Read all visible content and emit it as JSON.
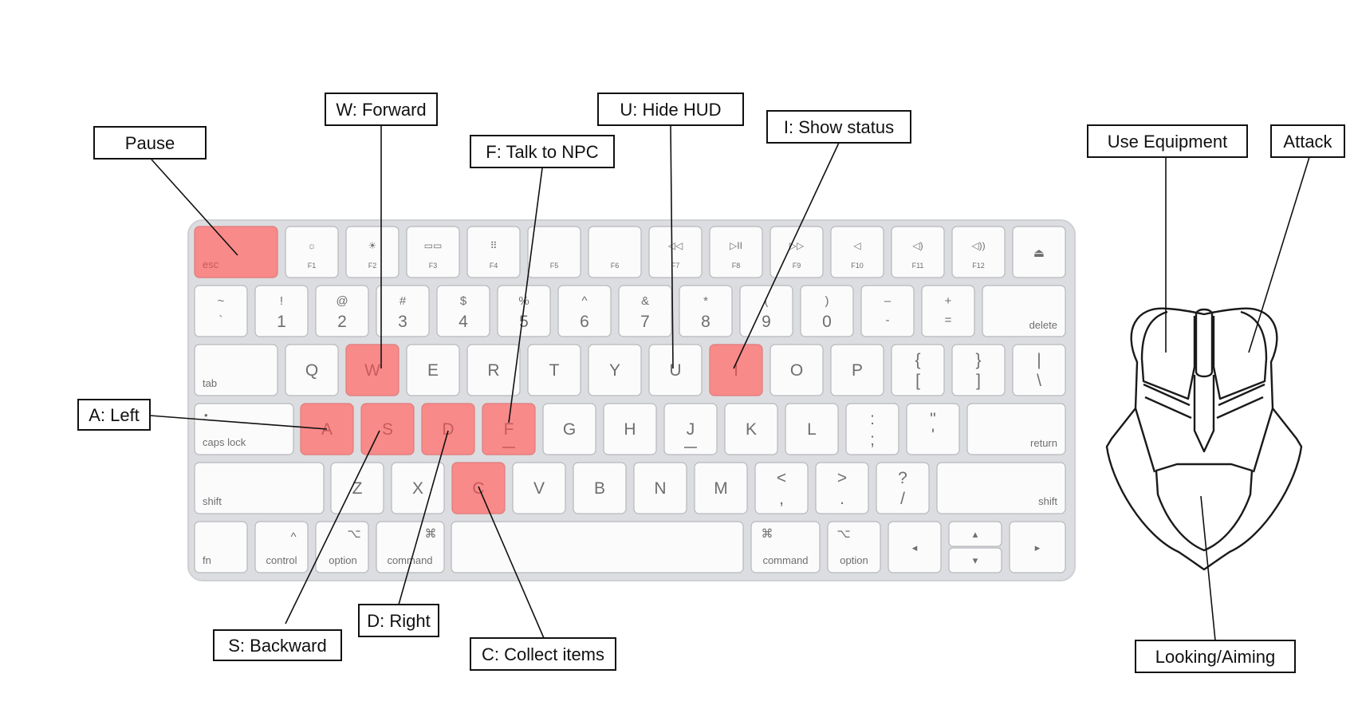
{
  "labels": {
    "pause": "Pause",
    "forward": "W: Forward",
    "talk": "F: Talk to NPC",
    "hide_hud": "U: Hide HUD",
    "status": "I: Show status",
    "use_equipment": "Use Equipment",
    "attack": "Attack",
    "left": "A: Left",
    "backward": "S: Backward",
    "right": "D: Right",
    "collect": "C: Collect items",
    "aiming": "Looking/Aiming"
  },
  "keys": {
    "esc": "esc",
    "f1": "F1",
    "f2": "F2",
    "f3": "F3",
    "f4": "F4",
    "f5": "F5",
    "f6": "F6",
    "f7": "F7",
    "f8": "F8",
    "f9": "F9",
    "f10": "F10",
    "f11": "F11",
    "f12": "F12",
    "tilde": "~",
    "backtick": "`",
    "n1_top": "!",
    "n1": "1",
    "n2_top": "@",
    "n2": "2",
    "n3_top": "#",
    "n3": "3",
    "n4_top": "$",
    "n4": "4",
    "n5_top": "%",
    "n5": "5",
    "n6_top": "^",
    "n6": "6",
    "n7_top": "&",
    "n7": "7",
    "n8_top": "*",
    "n8": "8",
    "n9_top": "(",
    "n9": "9",
    "n0_top": ")",
    "n0": "0",
    "minus_top": "–",
    "minus": "-",
    "plus": "+",
    "equals": "=",
    "delete": "delete",
    "tab": "tab",
    "q": "Q",
    "w": "W",
    "e": "E",
    "r": "R",
    "t": "T",
    "y": "Y",
    "u": "U",
    "i": "I",
    "o": "O",
    "p": "P",
    "lbrace": "{",
    "lbracket": "[",
    "rbrace": "}",
    "rbracket": "]",
    "pipe": "|",
    "backslash": "\\",
    "caps_dot": "•",
    "caps_lock": "caps lock",
    "a": "A",
    "s": "S",
    "d": "D",
    "f": "F",
    "g": "G",
    "h": "H",
    "j": "J",
    "k": "K",
    "l": "L",
    "colon": ":",
    "semicolon": ";",
    "quote_top": "\"",
    "quote": "'",
    "return": "return",
    "shift": "shift",
    "z": "Z",
    "x": "X",
    "c": "C",
    "v": "V",
    "b": "B",
    "n": "N",
    "m": "M",
    "lt": "<",
    "comma": ",",
    "gt": ">",
    "period": ".",
    "question": "?",
    "slash": "/",
    "fn": "fn",
    "control": "control",
    "control_sym": "^",
    "option": "option",
    "option_sym": "⌥",
    "command": "command",
    "command_sym": "⌘",
    "arrow_left": "◂",
    "arrow_up": "▴",
    "arrow_down": "▾",
    "arrow_right": "▸",
    "eject": "⏏"
  },
  "highlighted_keys": [
    "esc",
    "W",
    "A",
    "S",
    "D",
    "F",
    "C",
    "I"
  ],
  "colors": {
    "highlight": "#f98a8a",
    "keyboard_body": "#dcdde0",
    "key": "#fbfbfb"
  }
}
